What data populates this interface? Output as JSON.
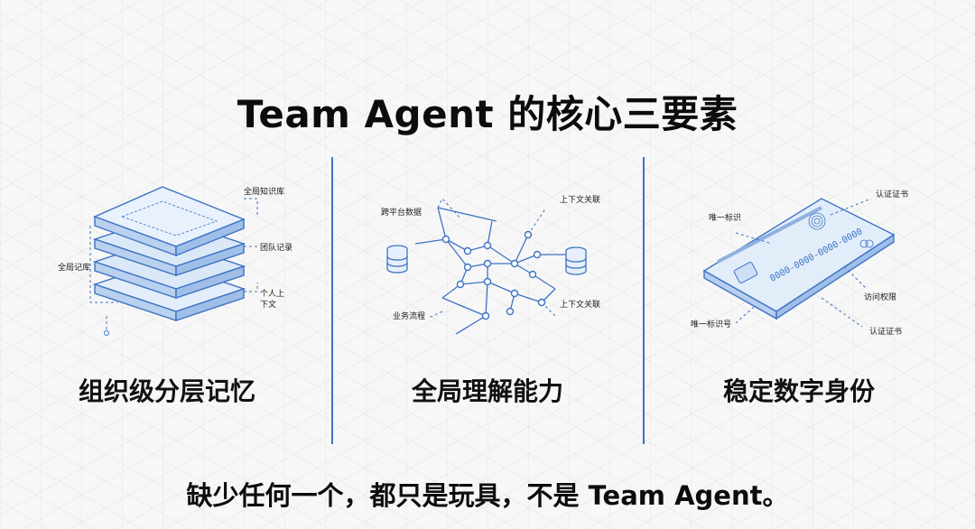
{
  "title": "Team Agent 的核心三要素",
  "tagline": "缺少任何一个，都只是玩具，不是 Team Agent。",
  "colors": {
    "accent": "#3d73c4",
    "accent_light": "#cfe0f6",
    "text": "#111111"
  },
  "panels": [
    {
      "label": "组织级分层记忆",
      "icon": "layered-memory-stack-icon",
      "callouts": {
        "knowledge_base": "全局知识库",
        "team_record": "团队记录",
        "personal_context_1": "个人上",
        "personal_context_2": "下文",
        "global_memory": "全局记库"
      }
    },
    {
      "label": "全局理解能力",
      "icon": "network-graph-icon",
      "callouts": {
        "cross_platform_data": "跨平台数据",
        "context_link_top": "上下文关联",
        "business_flow": "业务流程",
        "context_link_bottom": "上下文关联"
      }
    },
    {
      "label": "稳定数字身份",
      "icon": "identity-card-icon",
      "callouts": {
        "unique_identifier": "唯一标识",
        "auth_cert_top": "认证证书",
        "access_rights": "访问权限",
        "unique_id_number": "唯一标识号",
        "auth_cert_bottom": "认证证书",
        "card_number": "0000-0000-0000-0000"
      }
    }
  ]
}
